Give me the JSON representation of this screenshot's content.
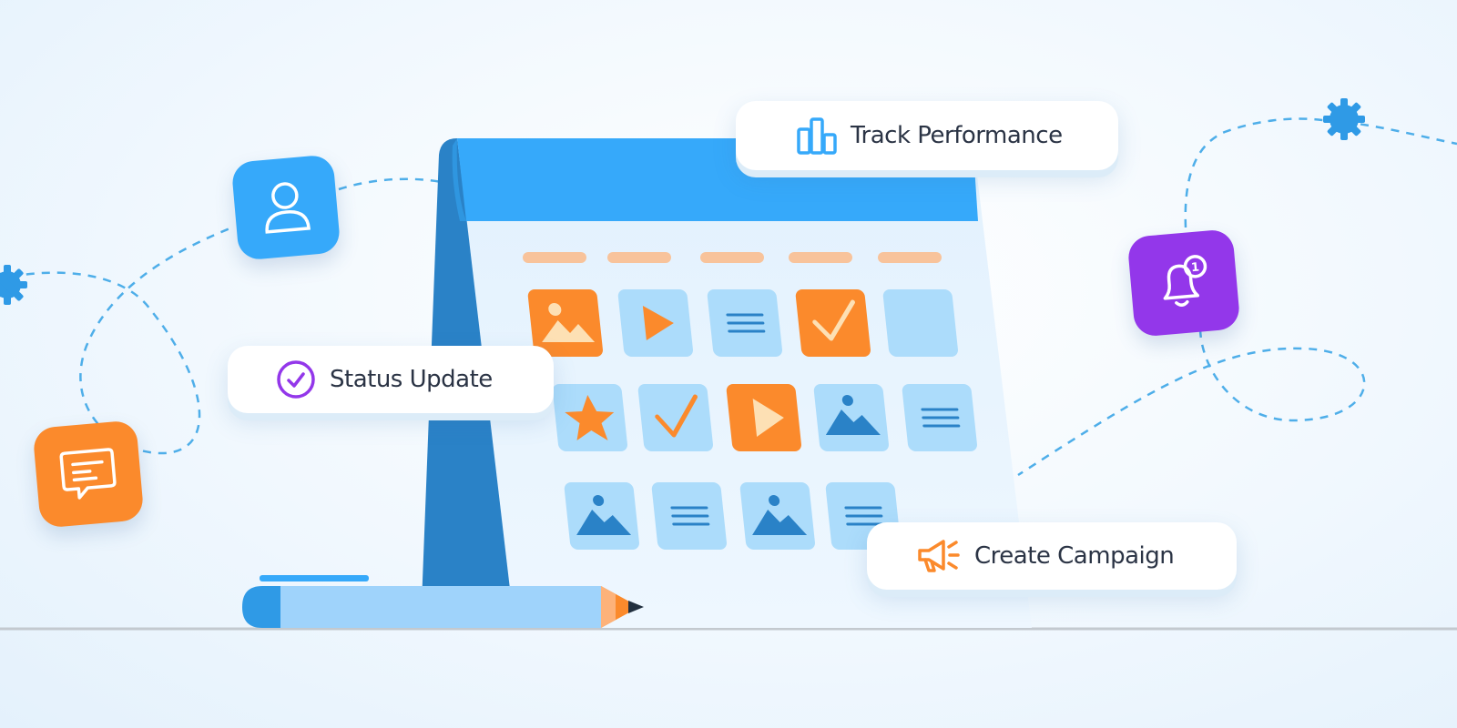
{
  "labels": {
    "track_performance": "Track Performance",
    "status_update": "Status Update",
    "create_campaign": "Create Campaign"
  },
  "notification": {
    "badge_count": "1"
  },
  "colors": {
    "blue": "#36a9fa",
    "dark_blue": "#2a82c7",
    "orange": "#fb8a2c",
    "purple": "#9337ea",
    "light_cell": "#acdcfb",
    "page_bg": "#f1f8fe"
  },
  "icons": {
    "user_tile": "user-icon",
    "chat_tile": "chat-icon",
    "bell_tile": "bell-notification-icon",
    "track_performance": "bar-chart-icon",
    "status_update": "check-circle-icon",
    "create_campaign": "megaphone-icon"
  },
  "calendar_grid": [
    [
      "image",
      "play",
      "text",
      "check",
      "empty"
    ],
    [
      "star",
      "check",
      "play",
      "image",
      "text"
    ],
    [
      "image",
      "text",
      "image",
      "text"
    ]
  ]
}
